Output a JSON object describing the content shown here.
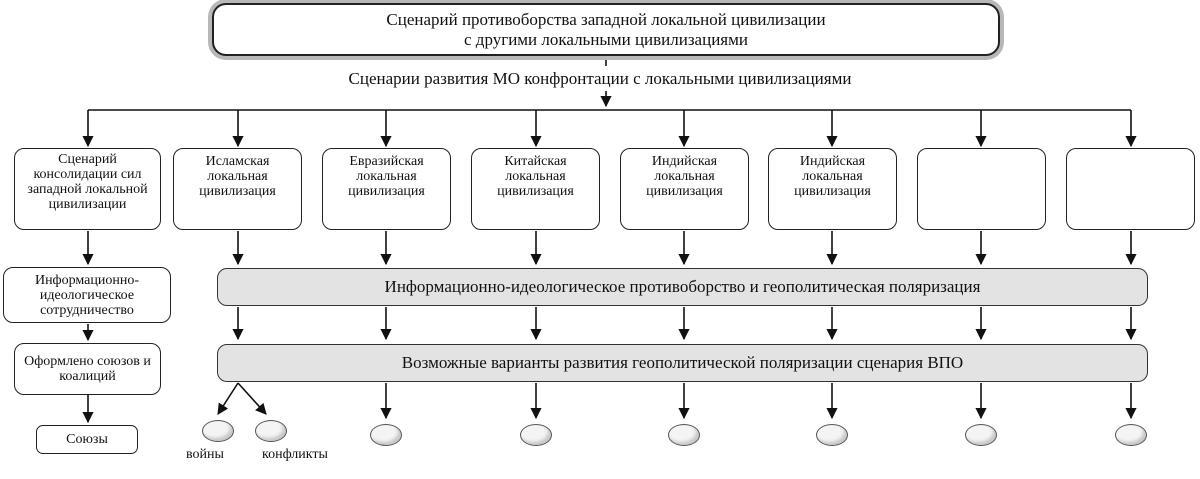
{
  "title": "Сценарий противоборства западной локальной цивилизации\nс другими локальными цивилизациями",
  "subtitle": "Сценарии развития МО конфронтации с локальными цивилизациями",
  "left_column": {
    "consolidation": "Сценарий консолидации сил западной локальной цивилизации",
    "info_cooperation": "Информационно-идеологическое сотрудничество",
    "alliances_formed": "Оформлено союзов и коалиций",
    "unions": "Союзы"
  },
  "civilizations": [
    {
      "label": "Исламская локальная цивилизация"
    },
    {
      "label": "Евразийская локальная цивилизация"
    },
    {
      "label": "Китайская локальная цивилизация"
    },
    {
      "label": "Индийская локальная цивилизация"
    },
    {
      "label": "Индийская локальная цивилизация"
    },
    {
      "label": ""
    },
    {
      "label": ""
    }
  ],
  "band_info": "Информационно-идеологическое противоборство и геополитическая поляризация",
  "band_variants": "Возможные варианты развития геополитической поляризации сценария ВПО",
  "outcomes": {
    "wars": "войны",
    "conflicts": "конфликты"
  }
}
